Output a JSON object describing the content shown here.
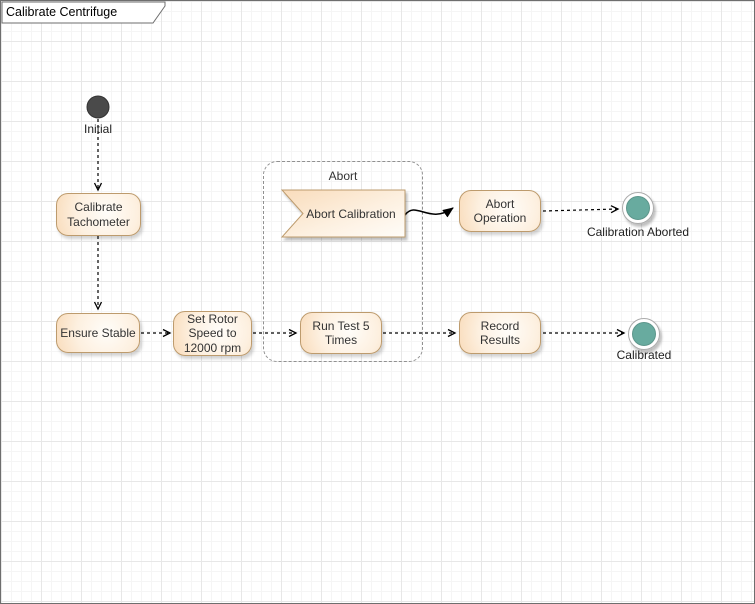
{
  "diagram": {
    "title": "Calibrate Centrifuge",
    "type": "uml-activity-diagram",
    "nodes": {
      "initial": {
        "label": "Initial",
        "type": "initial-node"
      },
      "calibrate_tachometer": {
        "label": "Calibrate Tachometer",
        "type": "activity"
      },
      "ensure_stable": {
        "label": "Ensure Stable",
        "type": "activity"
      },
      "set_rotor_speed": {
        "label": "Set Rotor Speed to 12000 rpm",
        "type": "activity"
      },
      "run_test": {
        "label": "Run Test 5 Times",
        "type": "activity"
      },
      "record_results": {
        "label": "Record Results",
        "type": "activity"
      },
      "abort_calibration": {
        "label": "Abort Calibration",
        "type": "receive-signal"
      },
      "abort_operation": {
        "label": "Abort Operation",
        "type": "activity"
      },
      "calibration_aborted": {
        "label": "Calibration Aborted",
        "type": "final-node"
      },
      "calibrated": {
        "label": "Calibrated",
        "type": "final-node"
      }
    },
    "container": {
      "label": "Abort"
    },
    "colors": {
      "activity_fill": "#f9dcbb",
      "activity_fill_light": "#fffdf9",
      "activity_border": "#bd9b6d",
      "initial_fill": "#4a4a4a",
      "final_fill": "#67ab9f",
      "final_ring": "#ababab",
      "connector": "#000000",
      "container_border": "#909090",
      "grid_major": "#e7e7e7",
      "grid_minor": "#f5f5f5"
    }
  }
}
